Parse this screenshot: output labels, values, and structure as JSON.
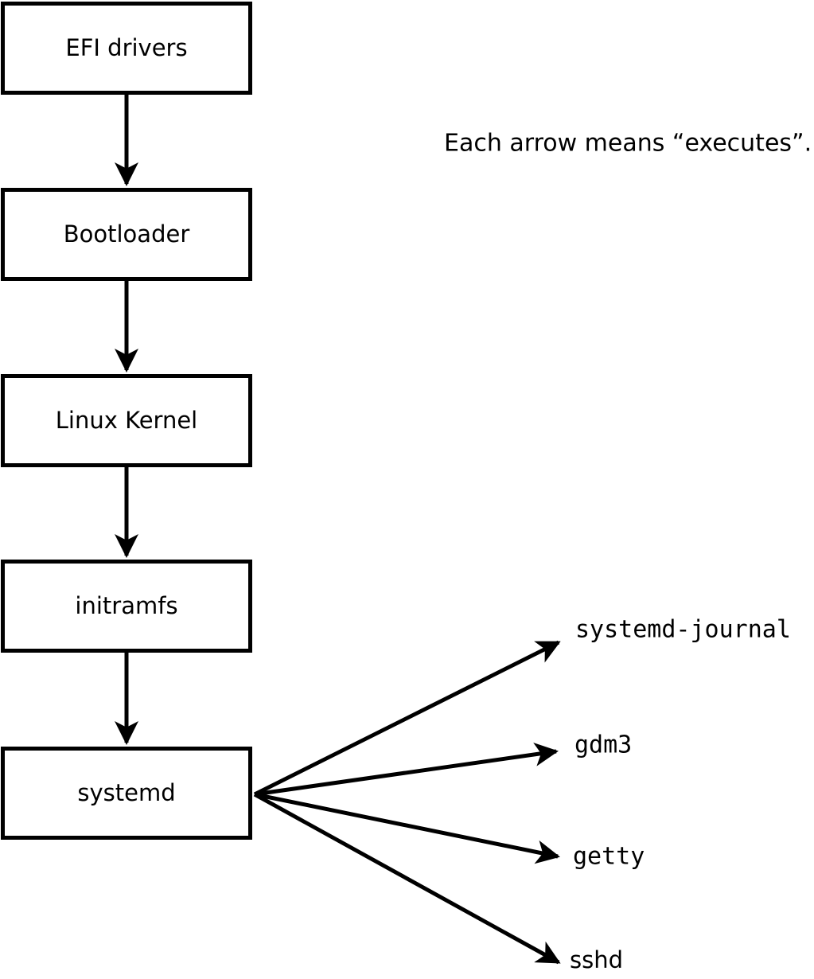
{
  "diagram": {
    "annotation": "Each arrow means “executes”.",
    "flow_nodes": [
      {
        "id": "efi-drivers",
        "label": "EFI drivers"
      },
      {
        "id": "bootloader",
        "label": "Bootloader"
      },
      {
        "id": "linux-kernel",
        "label": "Linux Kernel"
      },
      {
        "id": "initramfs",
        "label": "initramfs"
      },
      {
        "id": "systemd",
        "label": "systemd"
      }
    ],
    "spawned_processes": [
      {
        "id": "systemd-journal",
        "label": "systemd-journal"
      },
      {
        "id": "gdm3",
        "label": "gdm3"
      },
      {
        "id": "getty",
        "label": "getty"
      },
      {
        "id": "sshd",
        "label": "sshd"
      }
    ],
    "colors": {
      "line": "#000000",
      "background": "#ffffff",
      "box_fill": "#ffffff"
    }
  }
}
